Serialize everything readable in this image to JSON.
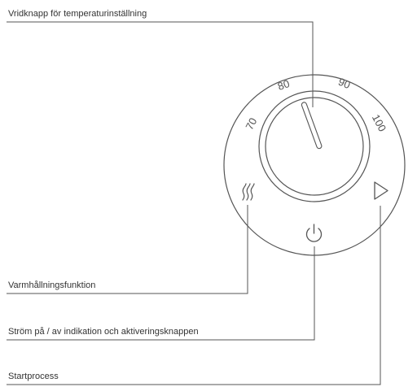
{
  "callouts": {
    "temperature_knob": "Vridknapp för temperaturinställning",
    "keep_warm": "Varmhållningsfunktion",
    "power": "Ström på / av indikation och aktiveringsknappen",
    "start": "Startprocess"
  },
  "dial": {
    "scale": [
      "70",
      "80",
      "90",
      "100"
    ]
  },
  "icons": {
    "keep_warm": "heat-waves-icon",
    "power": "power-icon",
    "start": "play-triangle-icon"
  },
  "colors": {
    "line": "#555555",
    "text": "#333333"
  }
}
